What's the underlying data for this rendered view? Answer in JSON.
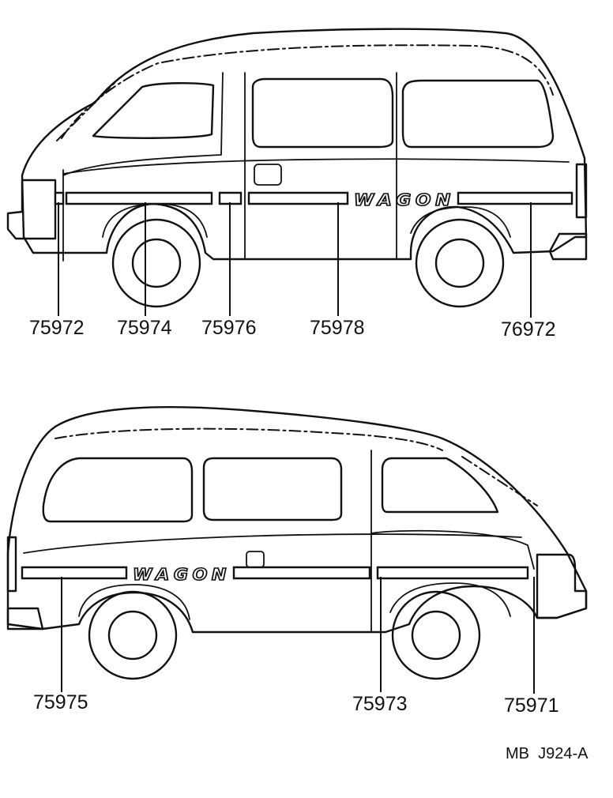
{
  "top_view": {
    "emblem_text": "WAGON",
    "parts": [
      {
        "number": "75972",
        "item": "left-front-door-stripe"
      },
      {
        "number": "75974",
        "item": "front-door-stripe"
      },
      {
        "number": "75976",
        "item": "center-pillar-stripe"
      },
      {
        "number": "75978",
        "item": "sliding-door-stripe"
      },
      {
        "number": "76972",
        "item": "rear-quarter-stripe"
      }
    ]
  },
  "bottom_view": {
    "emblem_text": "WAGON",
    "parts": [
      {
        "number": "75975",
        "item": "rear-quarter-stripe"
      },
      {
        "number": "75973",
        "item": "front-door-stripe"
      },
      {
        "number": "75971",
        "item": "front-corner-stripe"
      }
    ]
  },
  "figure_code": "MB  J924-A"
}
